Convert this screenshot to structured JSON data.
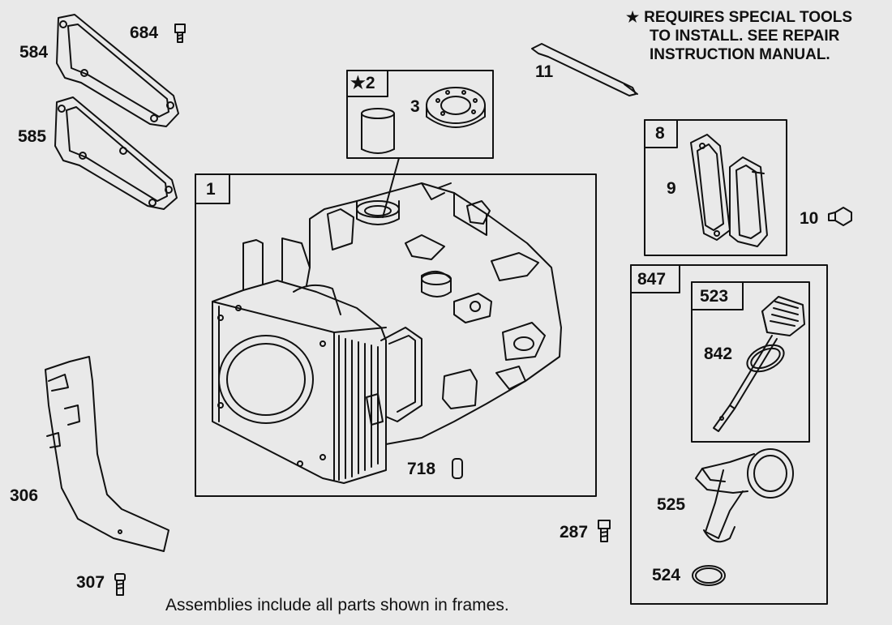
{
  "note": {
    "star": "★",
    "lines": [
      "REQUIRES SPECIAL TOOLS",
      "TO INSTALL.  SEE REPAIR",
      "INSTRUCTION MANUAL."
    ]
  },
  "footer": "Assemblies include all parts shown in frames.",
  "parts": {
    "p584": "584",
    "p684": "684",
    "p585": "585",
    "p2": "★2",
    "p3": "3",
    "p11": "11",
    "p8": "8",
    "p9": "9",
    "p10": "10",
    "p1": "1",
    "p847": "847",
    "p523": "523",
    "p842": "842",
    "p718": "718",
    "p306": "306",
    "p307": "307",
    "p287": "287",
    "p525": "525",
    "p524": "524"
  }
}
